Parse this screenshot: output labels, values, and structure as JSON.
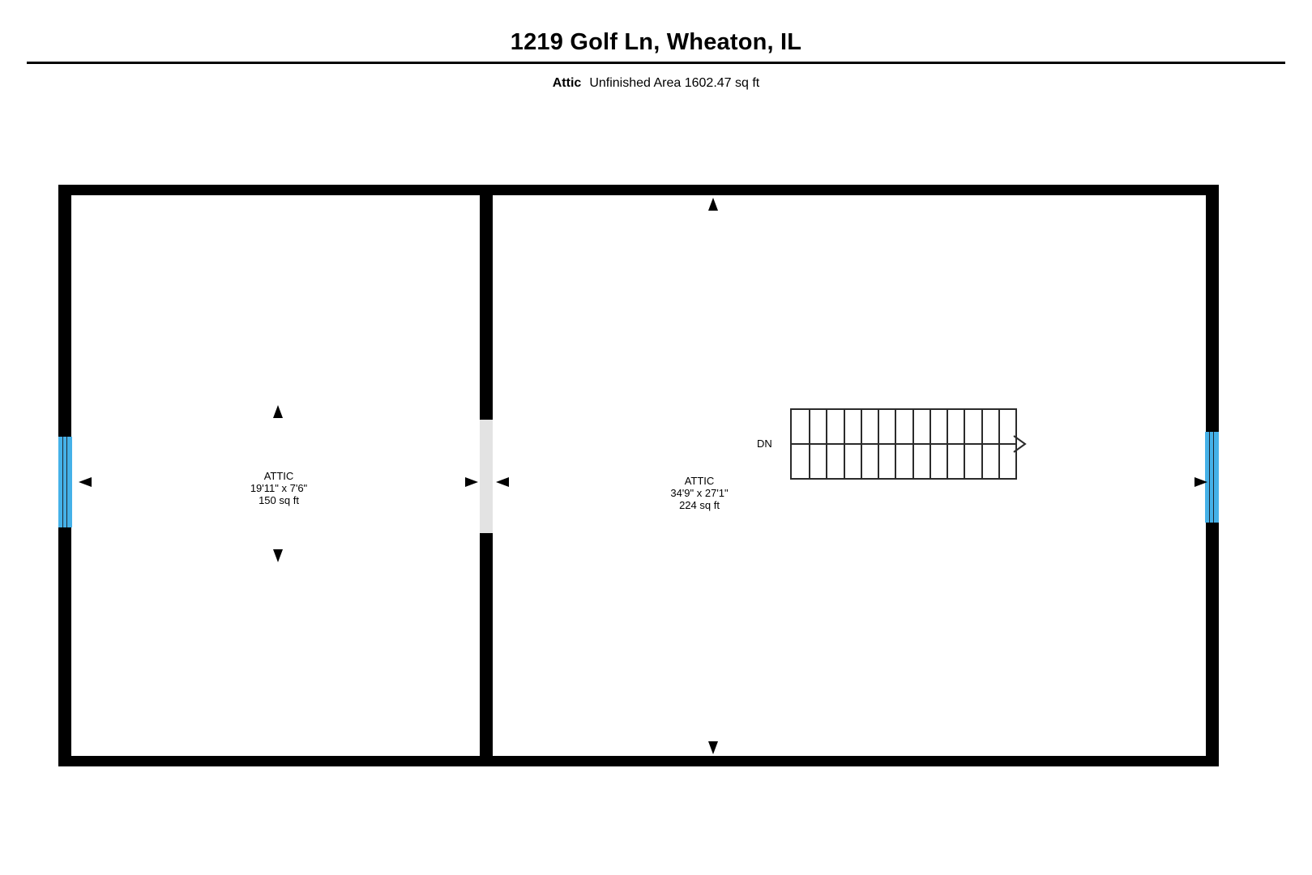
{
  "header": {
    "title": "1219 Golf Ln, Wheaton, IL",
    "level_name": "Attic",
    "area_summary": "Unfinished Area 1602.47 sq ft"
  },
  "floorplan": {
    "rooms": [
      {
        "name": "ATTIC",
        "dimensions": "19'11\" x 7'6\"",
        "area": "150 sq ft"
      },
      {
        "name": "ATTIC",
        "dimensions": "34'9\" x 27'1\"",
        "area": "224 sq ft"
      }
    ],
    "staircase": {
      "label": "DN",
      "tread_count": 13,
      "direction": "right"
    },
    "colors": {
      "wall": "#000000",
      "window": "#45b1e8",
      "opening": "#e3e3e3",
      "stair_line": "#2b2b2b"
    }
  }
}
